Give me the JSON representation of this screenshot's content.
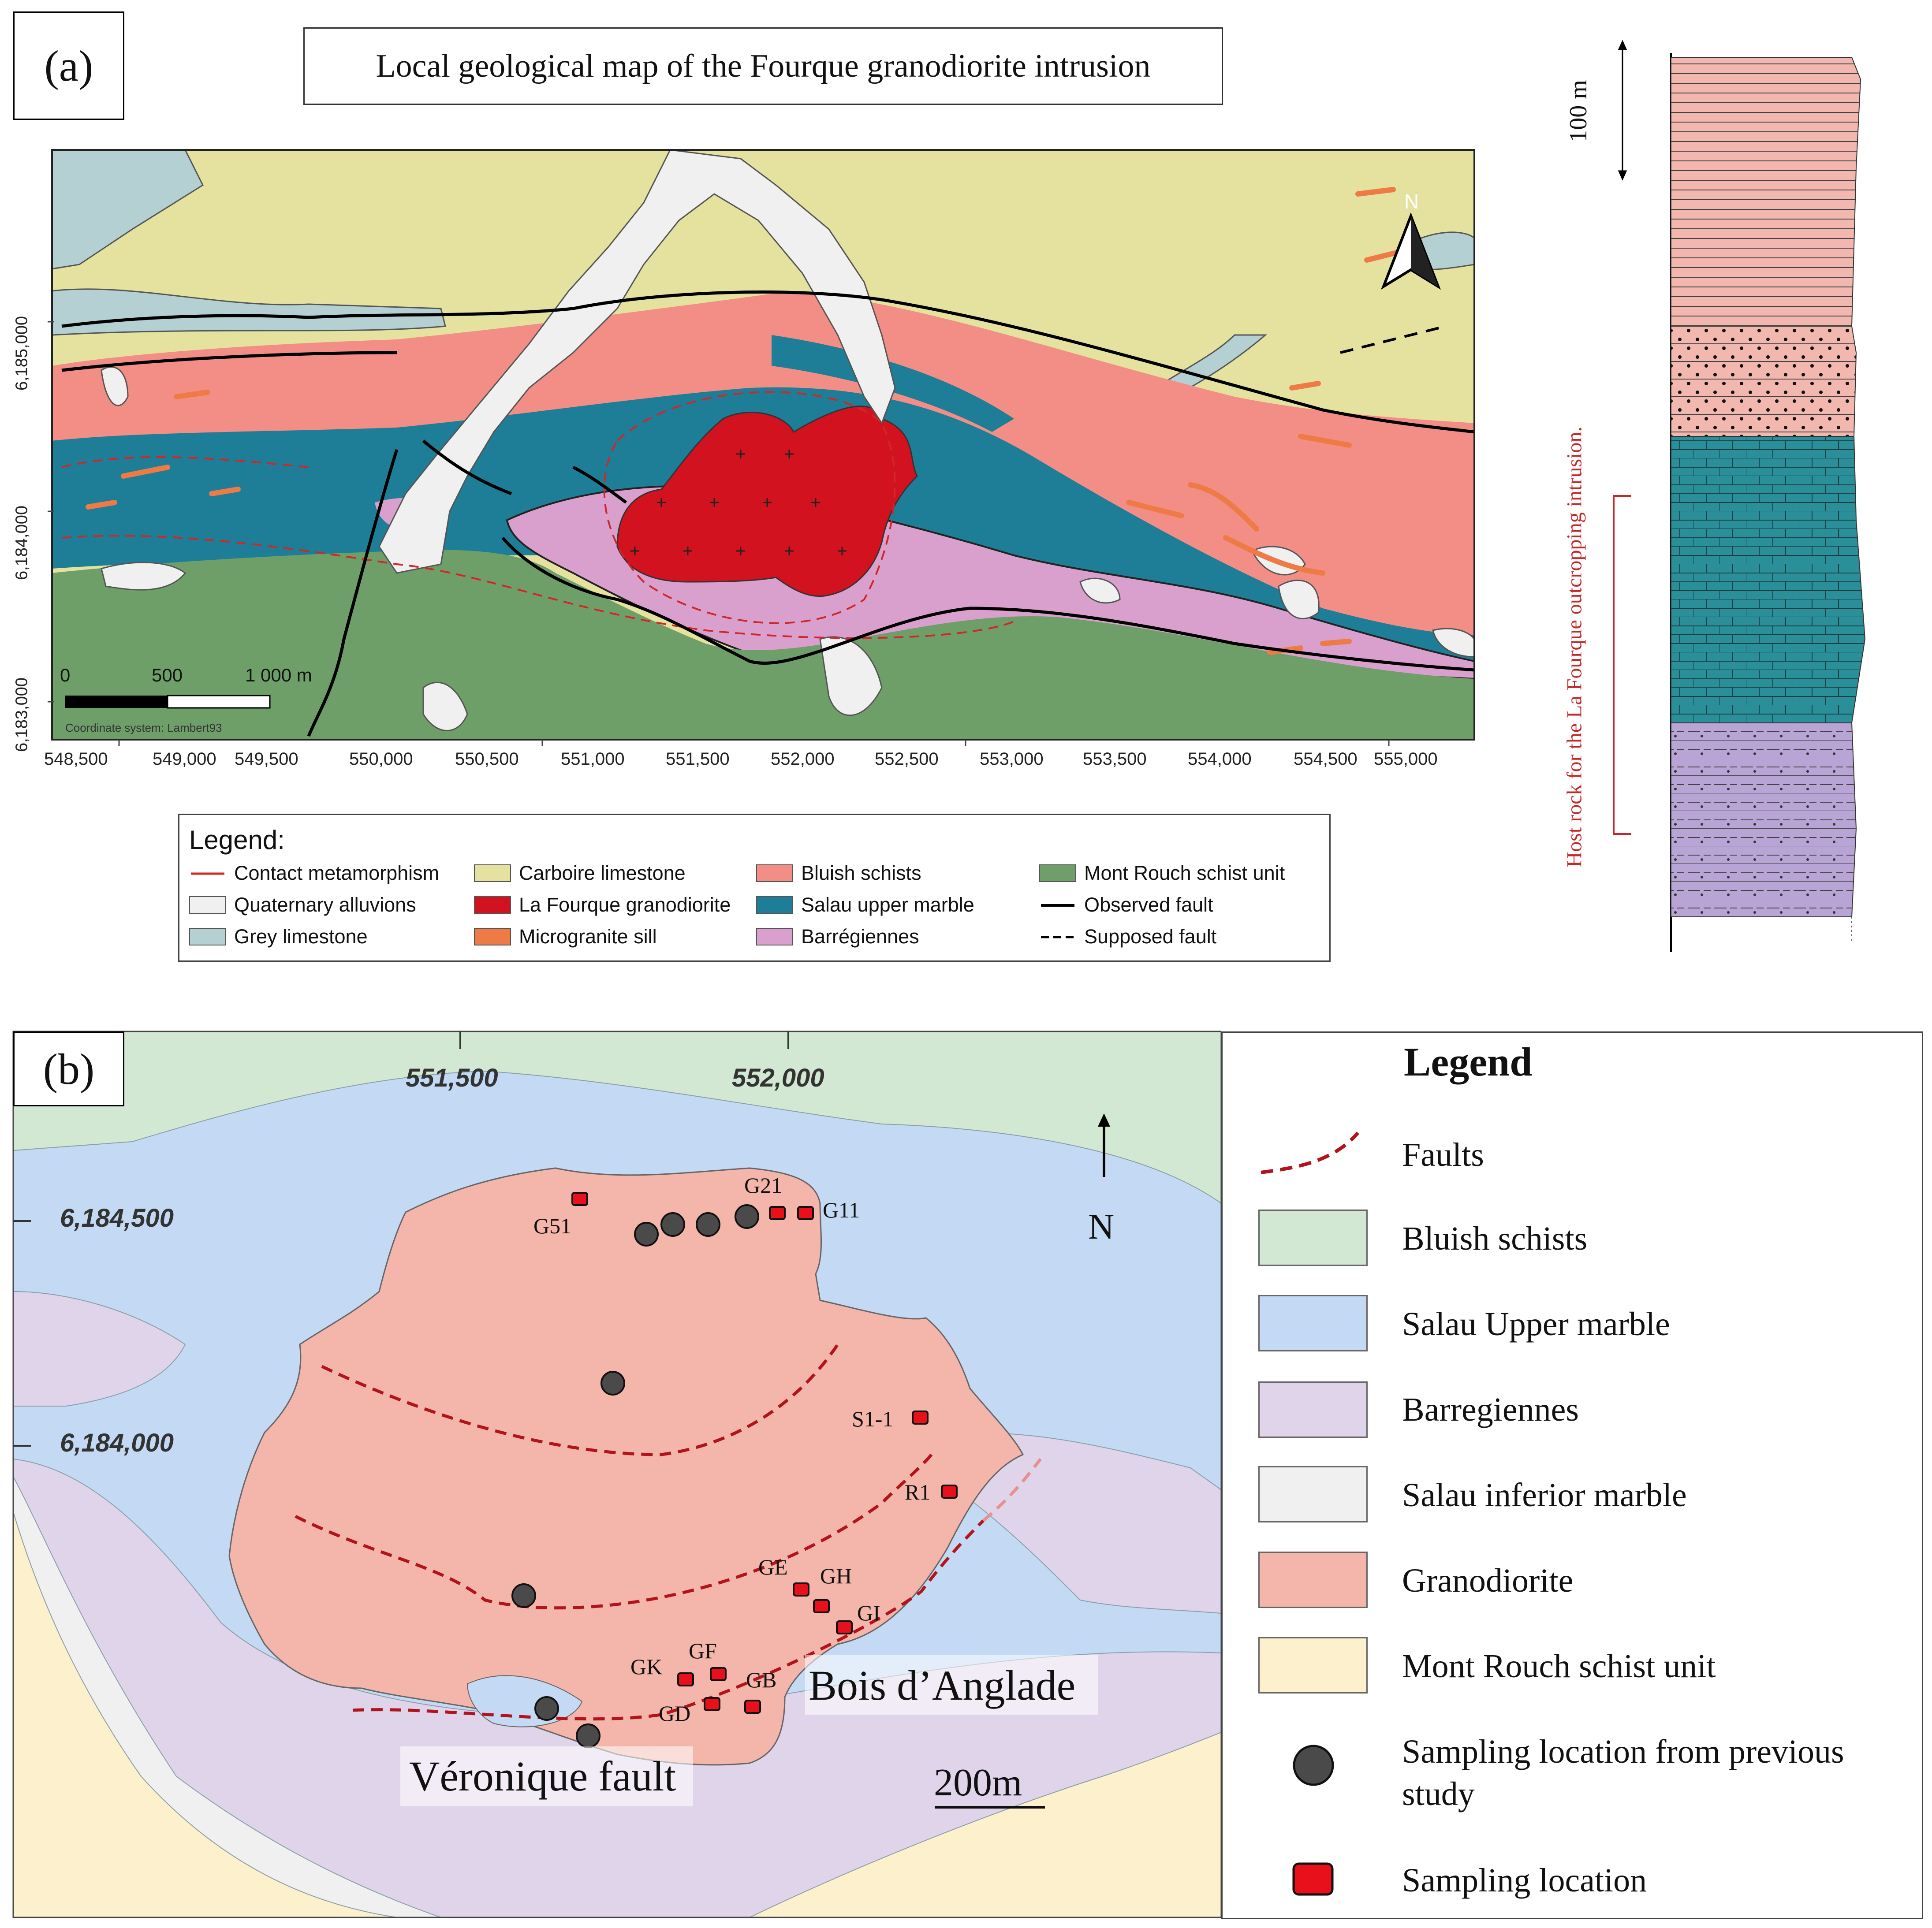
{
  "panel_a": {
    "label": "(a)",
    "title": "Local geological map of the Fourque granodiorite intrusion",
    "x_ticks": [
      "548,500",
      "549,000",
      "549,500",
      "550,000",
      "550,500",
      "551,000",
      "551,500",
      "552,000",
      "552,500",
      "553,000",
      "553,500",
      "554,000",
      "554,500",
      "555,000"
    ],
    "y_ticks": [
      "6,185,000",
      "6,184,000",
      "6,183,000"
    ],
    "scale_bar": {
      "labels": [
        "0",
        "500",
        "1 000 m"
      ],
      "coordinate_system": "Coordinate system: Lambert93"
    },
    "north_label": "N",
    "legend": {
      "title": "Legend:",
      "items": [
        {
          "label": "Contact metamorphism",
          "kind": "dashed-red"
        },
        {
          "label": "Quaternary alluvions",
          "color": "#f0f0f0"
        },
        {
          "label": "Grey limestone",
          "color": "#b5d0d2"
        },
        {
          "label": "Carboire limestone",
          "color": "#e4e29e"
        },
        {
          "label": "La Fourque granodiorite",
          "color": "#d3121f"
        },
        {
          "label": "Microgranite sill",
          "color": "#ee7a45"
        },
        {
          "label": "Bluish schists",
          "color": "#f28e86"
        },
        {
          "label": "Salau upper marble",
          "color": "#1e7d97"
        },
        {
          "label": "Barrégiennes",
          "color": "#d9a0cd"
        },
        {
          "label": "Mont Rouch schist unit",
          "color": "#6e9f69"
        },
        {
          "label": "Observed fault",
          "kind": "solid-black"
        },
        {
          "label": "Supposed fault",
          "kind": "dashed-black"
        }
      ]
    },
    "column": {
      "scale_label": "100 m",
      "host_rock_label": "Host rock for the La Fourque outcropping intrusion.",
      "colors": {
        "schist": "#f2b7ae",
        "marble": "#2a8f98",
        "barregiennes": "#b9a4d6",
        "host_bracket": "#c62828"
      }
    }
  },
  "panel_b": {
    "label": "(b)",
    "x_ticks": [
      "551,500",
      "552,000"
    ],
    "y_ticks": [
      "6,184,500",
      "6,184,000"
    ],
    "north_label": "N",
    "scale_label": "200m",
    "annotations": [
      "Bois d’Anglade",
      "Véronique fault"
    ],
    "samples": [
      "G51",
      "G21",
      "G11",
      "S1-1",
      "R1",
      "GE",
      "GH",
      "GI",
      "GF",
      "GK",
      "GB",
      "GD"
    ],
    "legend": {
      "title": "Legend",
      "items": [
        {
          "label": "Faults",
          "kind": "dashed-red"
        },
        {
          "label": "Bluish schists",
          "color": "#d2e8d3"
        },
        {
          "label": "Salau Upper marble",
          "color": "#c4daf4"
        },
        {
          "label": "Barregiennes",
          "color": "#dfd4ea"
        },
        {
          "label": "Salau inferior marble",
          "color": "#f0f0f0"
        },
        {
          "label": "Granodiorite",
          "color": "#f4b5ab"
        },
        {
          "label": "Mont Rouch schist unit",
          "color": "#fdf0cd"
        },
        {
          "label": "Sampling location from previous study",
          "kind": "grey-circle"
        },
        {
          "label": "Sampling location",
          "kind": "red-square"
        }
      ]
    }
  }
}
